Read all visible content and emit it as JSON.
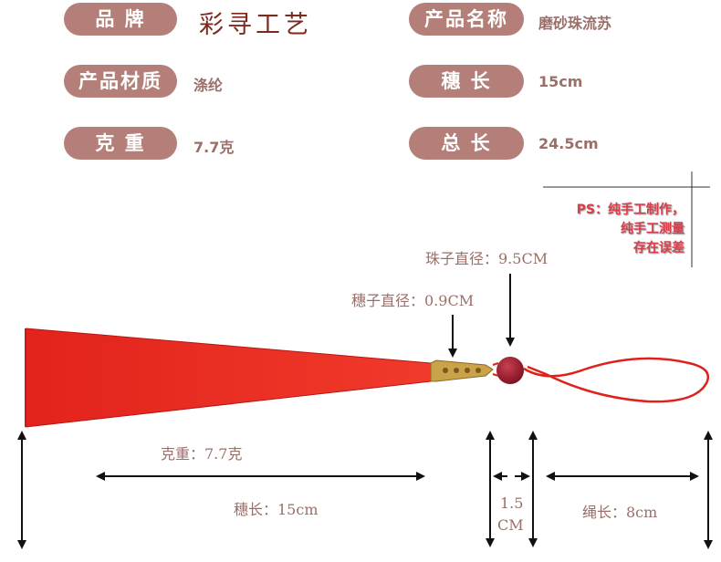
{
  "specs": {
    "brand": {
      "label": "品 牌",
      "value": "彩寻工艺"
    },
    "product_name": {
      "label": "产品名称",
      "value": "磨砂珠流苏"
    },
    "material": {
      "label": "产品材质",
      "value": "涤纶"
    },
    "tassel_length": {
      "label": "穗 长",
      "value": "15cm"
    },
    "weight": {
      "label": "克 重",
      "value": "7.7克"
    },
    "total_length": {
      "label": "总 长",
      "value": "24.5cm"
    }
  },
  "note": {
    "line1": "PS：纯手工制作，",
    "line2": "纯手工测量",
    "line3": "存在误差"
  },
  "annotations": {
    "bead_diameter": "珠子直径：9.5CM",
    "tassel_diameter": "穗子直径：0.9CM",
    "weight": "克重：7.7克",
    "tassel_length": "穗长：15cm",
    "cap_length_top": "1.5",
    "cap_length_bottom": "CM",
    "cord_length": "绳长：8cm"
  },
  "colors": {
    "pill": "#b37f78",
    "tassel": "#e8231c",
    "bead": "#a0202a",
    "cap": "#c9a24a"
  }
}
